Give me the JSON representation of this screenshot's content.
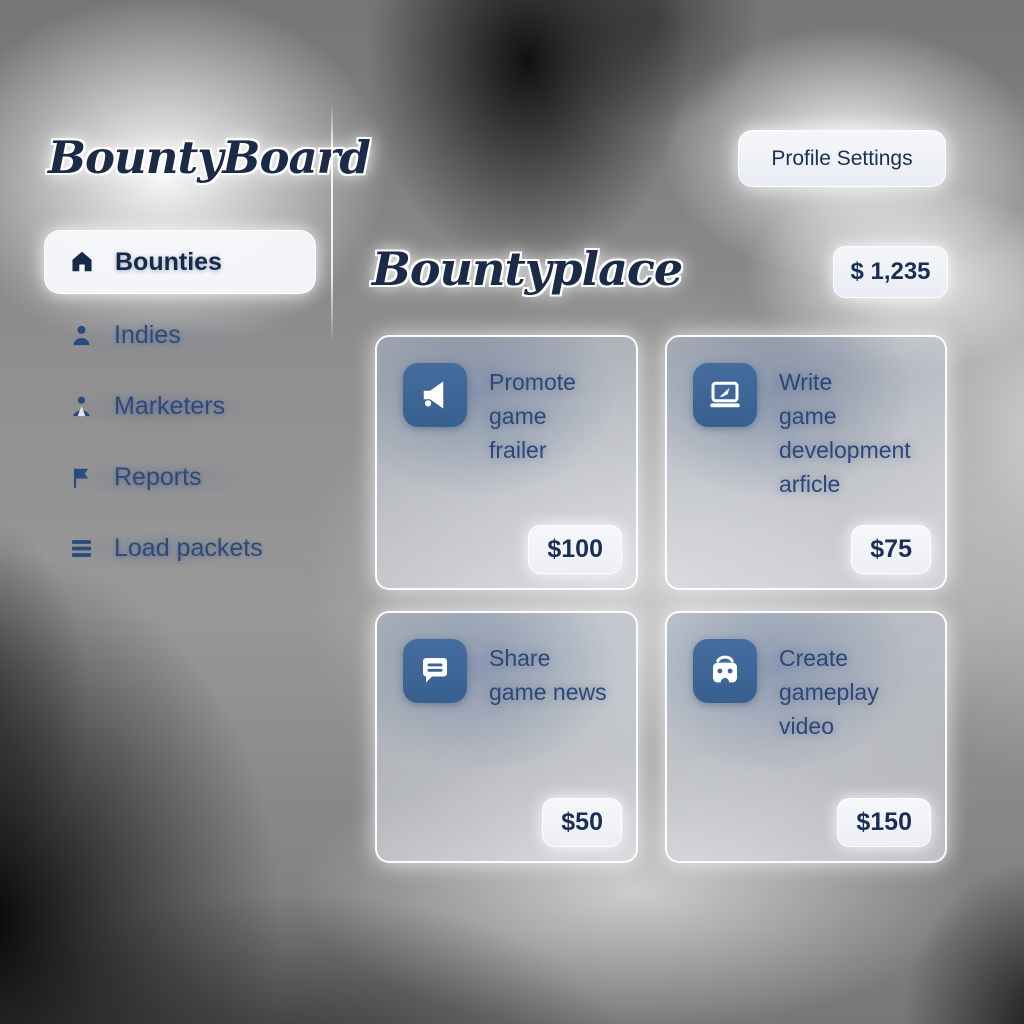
{
  "app": {
    "logo_text": "BountyBoard"
  },
  "sidebar": {
    "items": [
      {
        "label": "Bounties",
        "icon": "home-icon",
        "active": true
      },
      {
        "label": "Indies",
        "icon": "person-icon",
        "active": false
      },
      {
        "label": "Marketers",
        "icon": "people-icon",
        "active": false
      },
      {
        "label": "Reports",
        "icon": "flag-icon",
        "active": false
      },
      {
        "label": "Load packets",
        "icon": "stack-icon",
        "active": false
      }
    ]
  },
  "header": {
    "profile_button": "Profile Settings",
    "balance": "$ 1,235"
  },
  "main": {
    "title": "Bountyplace",
    "cards": [
      {
        "title": "Promote game frailer",
        "title_lines": [
          "Promote",
          "game frailer"
        ],
        "price": "$100",
        "icon": "megaphone-icon"
      },
      {
        "title": "Write game development arficle",
        "title_lines": [
          "Write",
          "game",
          "development",
          "arficle"
        ],
        "price": "$75",
        "icon": "laptop-pen-icon"
      },
      {
        "title": "Share game news",
        "title_lines": [
          "Share",
          "game news"
        ],
        "price": "$50",
        "icon": "chat-bubble-icon"
      },
      {
        "title": "Create gameplay video",
        "title_lines": [
          "Create",
          "gameplay",
          "video"
        ],
        "price": "$150",
        "icon": "gamepad-icon"
      }
    ]
  },
  "colors": {
    "navy_text": "#1b2f55",
    "card_title": "#2c477a",
    "tile_blue": "#3d6494",
    "pill_bg": "#f1f4f8"
  }
}
